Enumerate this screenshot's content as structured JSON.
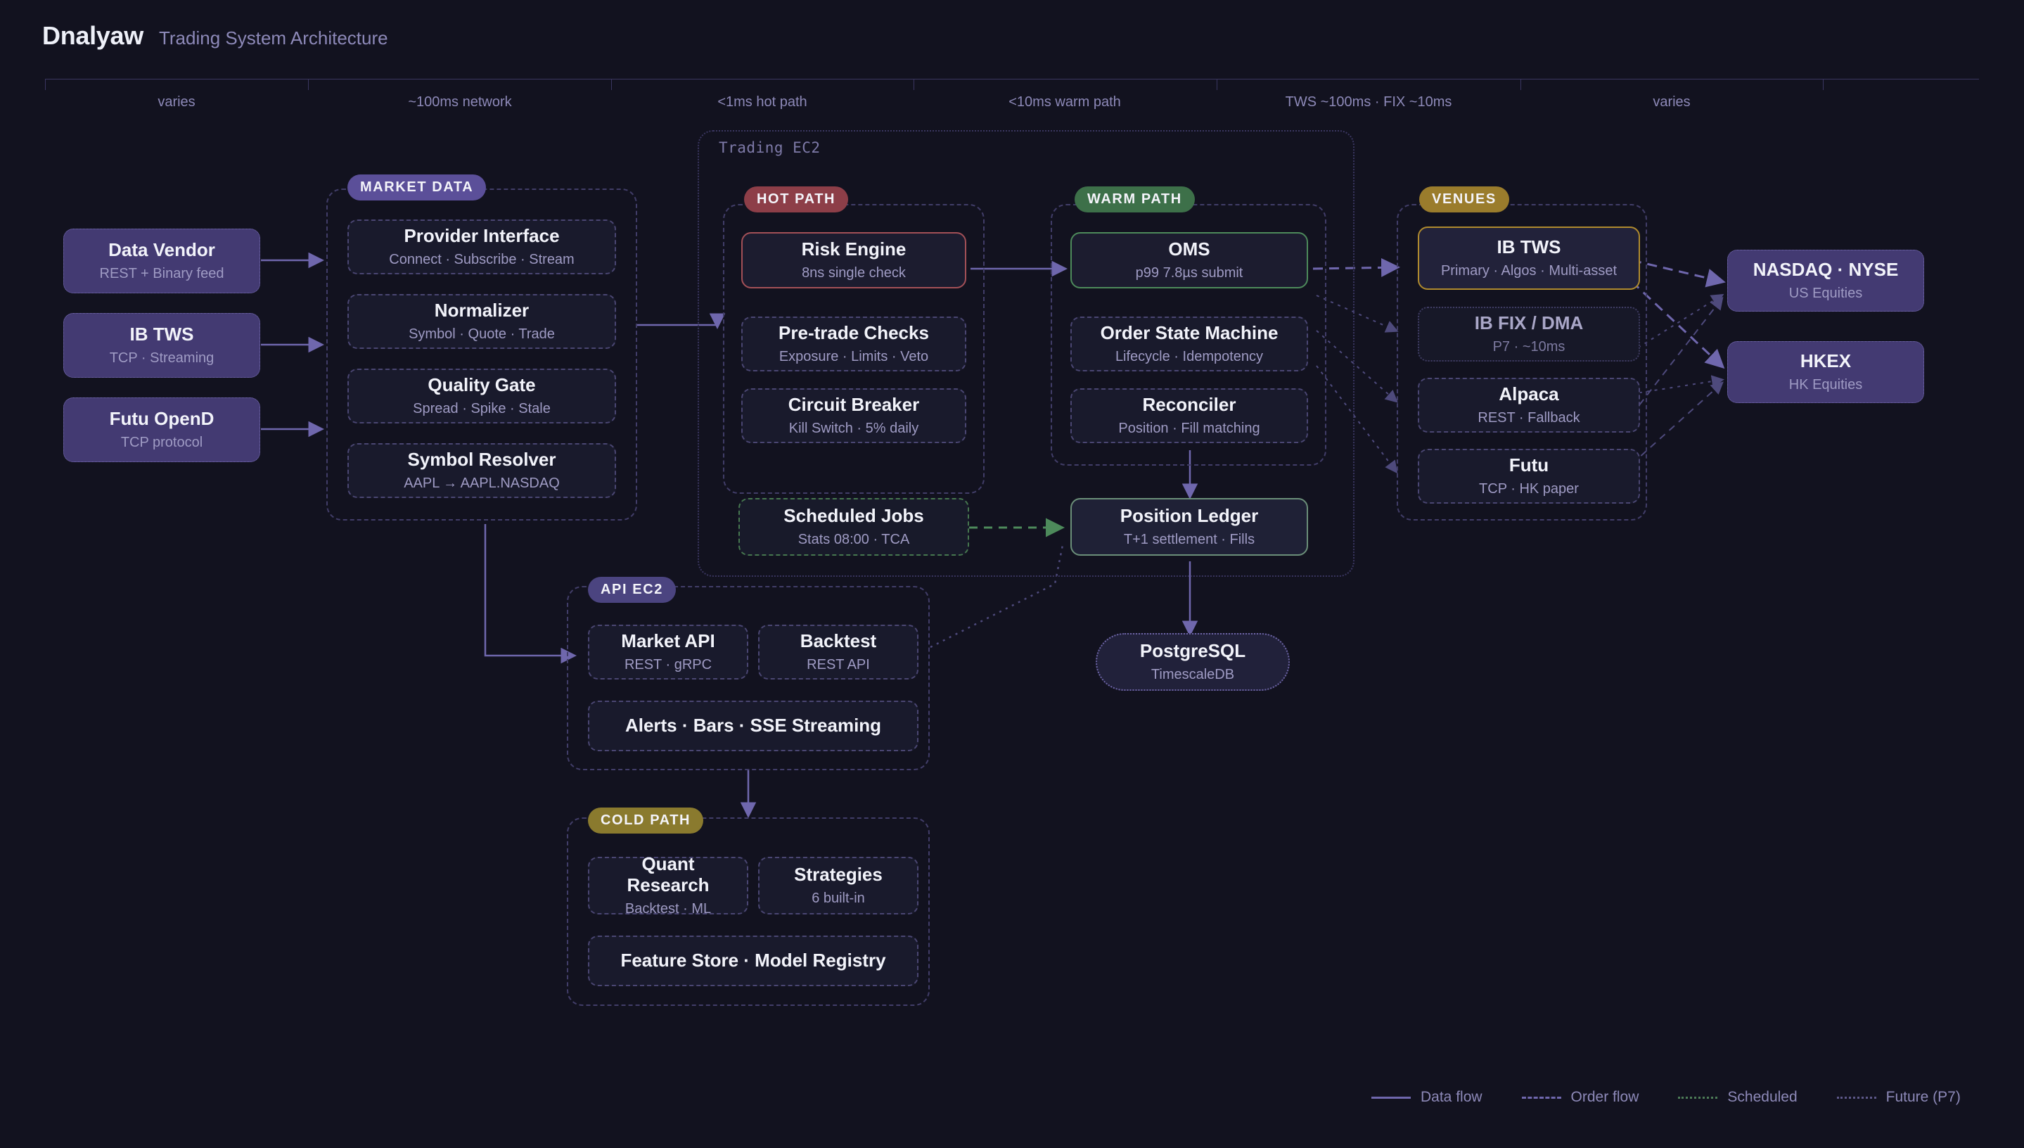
{
  "header": {
    "brand": "Dnalyaw",
    "subtitle": "Trading System Architecture"
  },
  "ruler": {
    "segments": [
      {
        "label": "varies"
      },
      {
        "label": "~100ms network"
      },
      {
        "label": "<1ms hot path"
      },
      {
        "label": "<10ms warm path"
      },
      {
        "label": "TWS ~100ms · FIX ~10ms"
      },
      {
        "label": "varies"
      }
    ]
  },
  "sources": [
    {
      "title": "Data Vendor",
      "sub": "REST + Binary feed"
    },
    {
      "title": "IB TWS",
      "sub": "TCP · Streaming"
    },
    {
      "title": "Futu OpenD",
      "sub": "TCP protocol"
    }
  ],
  "market_data": {
    "chip": "MARKET DATA",
    "nodes": [
      {
        "title": "Provider Interface",
        "sub": "Connect · Subscribe · Stream"
      },
      {
        "title": "Normalizer",
        "sub": "Symbol · Quote · Trade"
      },
      {
        "title": "Quality Gate",
        "sub": "Spread · Spike · Stale"
      },
      {
        "title": "Symbol Resolver",
        "sub": "AAPL → AAPL.NASDAQ"
      }
    ]
  },
  "trading_ec2": {
    "label": "Trading EC2"
  },
  "hot_path": {
    "chip": "HOT PATH",
    "nodes": [
      {
        "title": "Risk Engine",
        "sub": "8ns single check"
      },
      {
        "title": "Pre-trade Checks",
        "sub": "Exposure · Limits · Veto"
      },
      {
        "title": "Circuit Breaker",
        "sub": "Kill Switch · 5% daily"
      }
    ]
  },
  "scheduled_jobs": {
    "title": "Scheduled Jobs",
    "sub": "Stats 08:00 · TCA"
  },
  "warm_path": {
    "chip": "WARM PATH",
    "nodes": [
      {
        "title": "OMS",
        "sub": "p99 7.8µs submit"
      },
      {
        "title": "Order State Machine",
        "sub": "Lifecycle · Idempotency"
      },
      {
        "title": "Reconciler",
        "sub": "Position · Fill matching"
      }
    ]
  },
  "position_ledger": {
    "title": "Position Ledger",
    "sub": "T+1 settlement · Fills"
  },
  "database": {
    "title": "PostgreSQL",
    "sub": "TimescaleDB"
  },
  "venues": {
    "chip": "VENUES",
    "nodes": [
      {
        "title": "IB TWS",
        "sub": "Primary · Algos · Multi-asset"
      },
      {
        "title": "IB FIX / DMA",
        "sub": "P7 · ~10ms"
      },
      {
        "title": "Alpaca",
        "sub": "REST · Fallback"
      },
      {
        "title": "Futu",
        "sub": "TCP · HK paper"
      }
    ]
  },
  "exchanges": [
    {
      "title": "NASDAQ · NYSE",
      "sub": "US Equities"
    },
    {
      "title": "HKEX",
      "sub": "HK Equities"
    }
  ],
  "api_ec2": {
    "chip": "API EC2",
    "nodes": [
      {
        "title": "Market API",
        "sub": "REST · gRPC"
      },
      {
        "title": "Backtest",
        "sub": "REST API"
      },
      {
        "title": "Alerts · Bars · SSE Streaming",
        "sub": ""
      }
    ]
  },
  "cold_path": {
    "chip": "COLD PATH",
    "nodes": [
      {
        "title": "Quant Research",
        "sub": "Backtest · ML"
      },
      {
        "title": "Strategies",
        "sub": "6 built-in"
      },
      {
        "title": "Feature Store · Model Registry",
        "sub": ""
      }
    ]
  },
  "legend": [
    {
      "label": "Data flow",
      "color": "#6f67ad",
      "style": "solid"
    },
    {
      "label": "Order flow",
      "color": "#6f67ad",
      "style": "dashed"
    },
    {
      "label": "Scheduled",
      "color": "#4d7c57",
      "style": "dotted"
    },
    {
      "label": "Future (P7)",
      "color": "#5d5889",
      "style": "dotted"
    }
  ],
  "colors": {
    "background": "#12121f",
    "accent_purple": "#5b4f99",
    "hot": "#8d3e48",
    "warm": "#3d7049",
    "venues": "#9a7c2c",
    "cold": "#8a7a2e"
  }
}
